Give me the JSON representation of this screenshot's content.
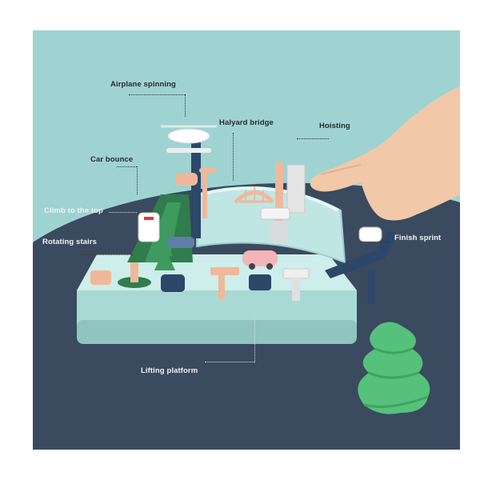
{
  "labels": {
    "airplane_spinning": "Airplane spinning",
    "halyard_bridge": "Halyard bridge",
    "hoisting": "Hoisting",
    "car_bounce": "Car bounce",
    "climb_to_the_top": "Climb to the top",
    "rotating_stairs": "Rotating stairs",
    "finish_sprint": "Finish sprint",
    "lifting_platform": "Lifting platform"
  },
  "colors": {
    "sky": "#9ed3d2",
    "floor": "#3a4a5f",
    "toy_base": "#bfe6e3",
    "toy_shadow": "#8fc4c0",
    "track_navy": "#2c4768",
    "tree_green": "#4bb76b",
    "peach": "#f0b89a",
    "hand": "#f1c9a9"
  }
}
